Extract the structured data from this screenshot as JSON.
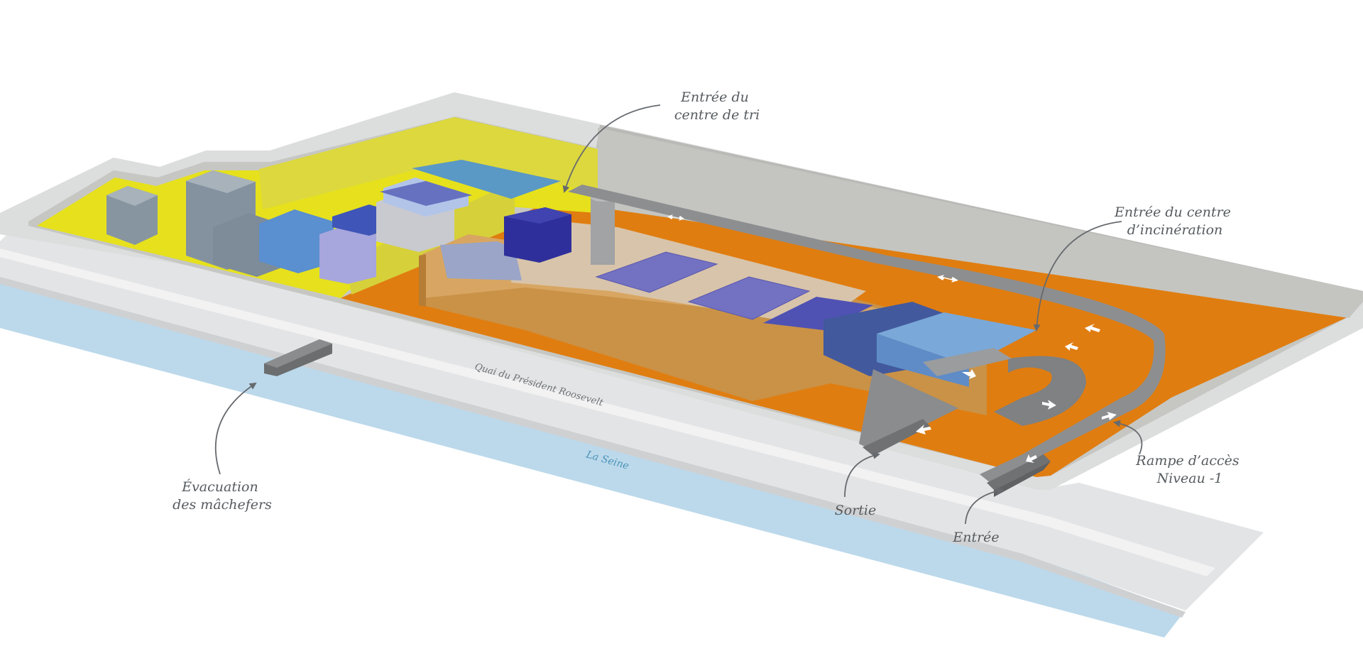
{
  "labels": {
    "entree_tri": [
      "Entrée du",
      "centre de tri"
    ],
    "entree_incineration": [
      "Entrée du centre",
      "d’incinération"
    ],
    "rampe": [
      "Rampe d’accès",
      "Niveau -1"
    ],
    "sortie": "Sortie",
    "entree": "Entrée",
    "evacuation": [
      "Évacuation",
      "des mâchefers"
    ],
    "quai": "Quai du Président Roosevelt",
    "seine": "La Seine"
  },
  "colors": {
    "river": "#bcd9eb",
    "quay": "#e6e7e8",
    "site_orange": "#e07d10",
    "wall_grey": "#c2c3bd",
    "yellow_zone": "#e1de2e",
    "road": "#8c8e90",
    "building_tan": "#c99247",
    "blue_roof": "#6f7fc4",
    "dark_blue": "#3a3f9e",
    "light_blue": "#7aa8d8"
  }
}
